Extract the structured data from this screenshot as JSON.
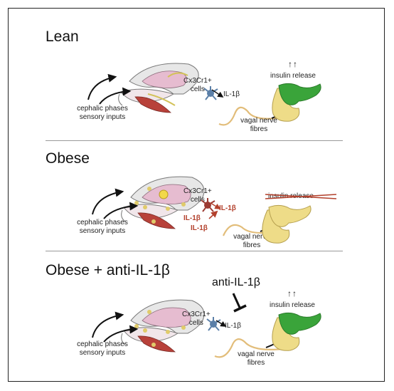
{
  "panels": [
    {
      "title": "Lean",
      "cells_label": "Cx3Cr1+\ncells",
      "il1b_label": "IL-1β",
      "sensory_label": "cephalic phases\nsensory inputs",
      "vagal_label": "vagal nerve\nfibres",
      "insulin_arrows": "↑↑",
      "insulin_label": "insulin release"
    },
    {
      "title": "Obese",
      "cells_label": "Cx3Cr1+\ncells",
      "il1b_label": "IL-1β",
      "il1b_label_2": "IL-1β",
      "il1b_label_3": "IL-1β",
      "sensory_label": "cephalic phases\nsensory inputs",
      "vagal_label": "vagal nerve\nfibres",
      "insulin_label": "insulin release"
    },
    {
      "title": "Obese + anti-IL-1β",
      "anti_label": "anti-IL-1β",
      "cells_label": "Cx3Cr1+\ncells",
      "il1b_label": "IL-1β",
      "sensory_label": "cephalic phases\nsensory inputs",
      "vagal_label": "vagal nerve\nfibres",
      "insulin_arrows": "↑↑",
      "insulin_label": "insulin release"
    }
  ],
  "colors": {
    "pancreas_green": "#3aa43a",
    "pancreas_yellow": "#eedc88",
    "nerve": "#e2bd7a",
    "brain_pink": "#e6bcd0",
    "muscle_red": "#b8413a",
    "cell_blue": "#5a7fa8",
    "cell_red": "#9c3b33",
    "inflammation_red": "#b3412d",
    "frame": "#222222",
    "divider": "#9a9a9a"
  }
}
